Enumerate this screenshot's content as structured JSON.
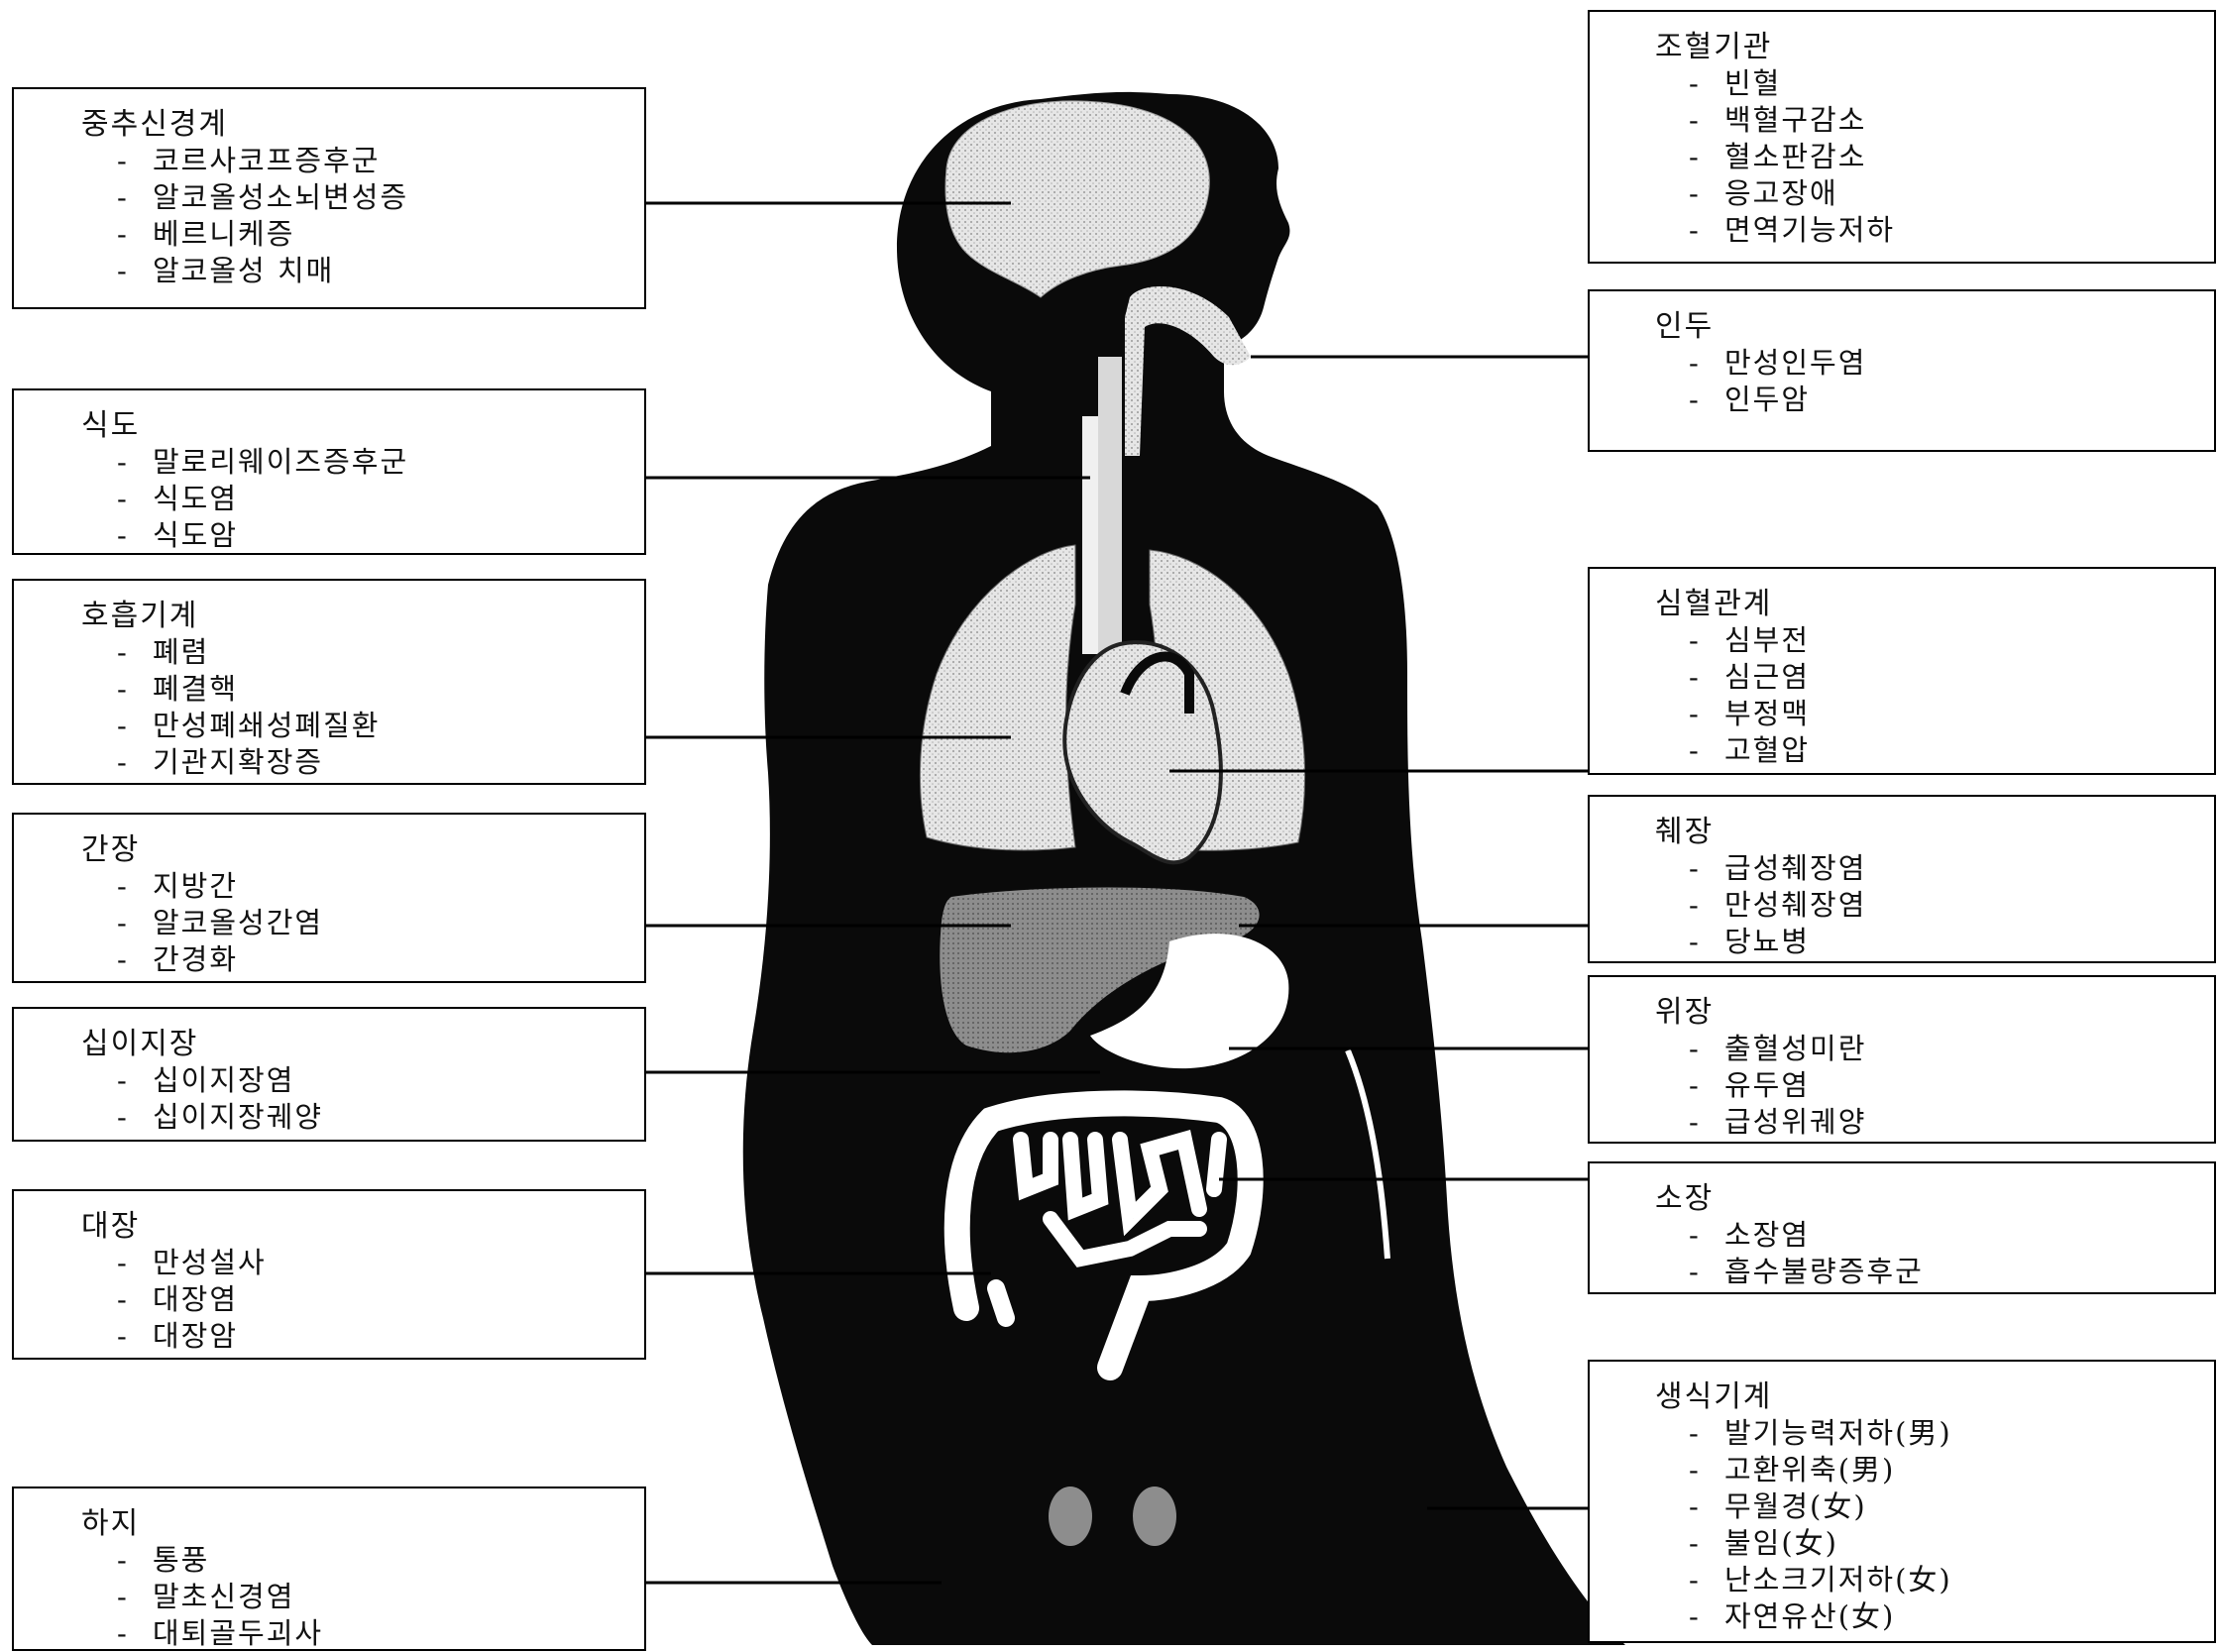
{
  "diagram": {
    "left_boxes": [
      {
        "id": "cns",
        "title": "중추신경계",
        "items": [
          "코르사코프증후군",
          "알코올성소뇌변성증",
          "베르니케증",
          "알코올성 치매"
        ]
      },
      {
        "id": "esophagus",
        "title": "식도",
        "items": [
          "말로리웨이즈증후군",
          "식도염",
          "식도암"
        ]
      },
      {
        "id": "respiratory",
        "title": "호흡기계",
        "items": [
          "폐렴",
          "폐결핵",
          "만성폐쇄성폐질환",
          "기관지확장증"
        ]
      },
      {
        "id": "liver",
        "title": "간장",
        "items": [
          "지방간",
          "알코올성간염",
          "간경화"
        ]
      },
      {
        "id": "duodenum",
        "title": "십이지장",
        "items": [
          "십이지장염",
          "십이지장궤양"
        ]
      },
      {
        "id": "colon",
        "title": "대장",
        "items": [
          "만성설사",
          "대장염",
          "대장암"
        ]
      },
      {
        "id": "lower_limb",
        "title": "하지",
        "items": [
          "통풍",
          "말초신경염",
          "대퇴골두괴사"
        ]
      }
    ],
    "right_boxes": [
      {
        "id": "hematopoietic",
        "title": "조혈기관",
        "items": [
          "빈혈",
          "백혈구감소",
          "혈소판감소",
          "응고장애",
          "면역기능저하"
        ]
      },
      {
        "id": "pharynx",
        "title": "인두",
        "items": [
          "만성인두염",
          "인두암"
        ]
      },
      {
        "id": "cardiovascular",
        "title": "심혈관계",
        "items": [
          "심부전",
          "심근염",
          "부정맥",
          "고혈압"
        ]
      },
      {
        "id": "pancreas",
        "title": "췌장",
        "items": [
          "급성췌장염",
          "만성췌장염",
          "당뇨병"
        ]
      },
      {
        "id": "stomach",
        "title": "위장",
        "items": [
          "출혈성미란",
          "유두염",
          "급성위궤양"
        ]
      },
      {
        "id": "small_intestine",
        "title": "소장",
        "items": [
          "소장염",
          "흡수불량증후군"
        ]
      },
      {
        "id": "reproductive",
        "title": "생식기계",
        "items": [
          "발기능력저하(男)",
          "고환위축(男)",
          "무월경(女)",
          "불임(女)",
          "난소크기저하(女)",
          "자연유산(女)"
        ]
      }
    ],
    "dash": "-",
    "colors": {
      "body": "#0a0a0a",
      "organ_light": "#dcdcdc",
      "organ_mid": "#bdbdbd",
      "liver": "#8a8a8a",
      "line": "#000000"
    }
  }
}
